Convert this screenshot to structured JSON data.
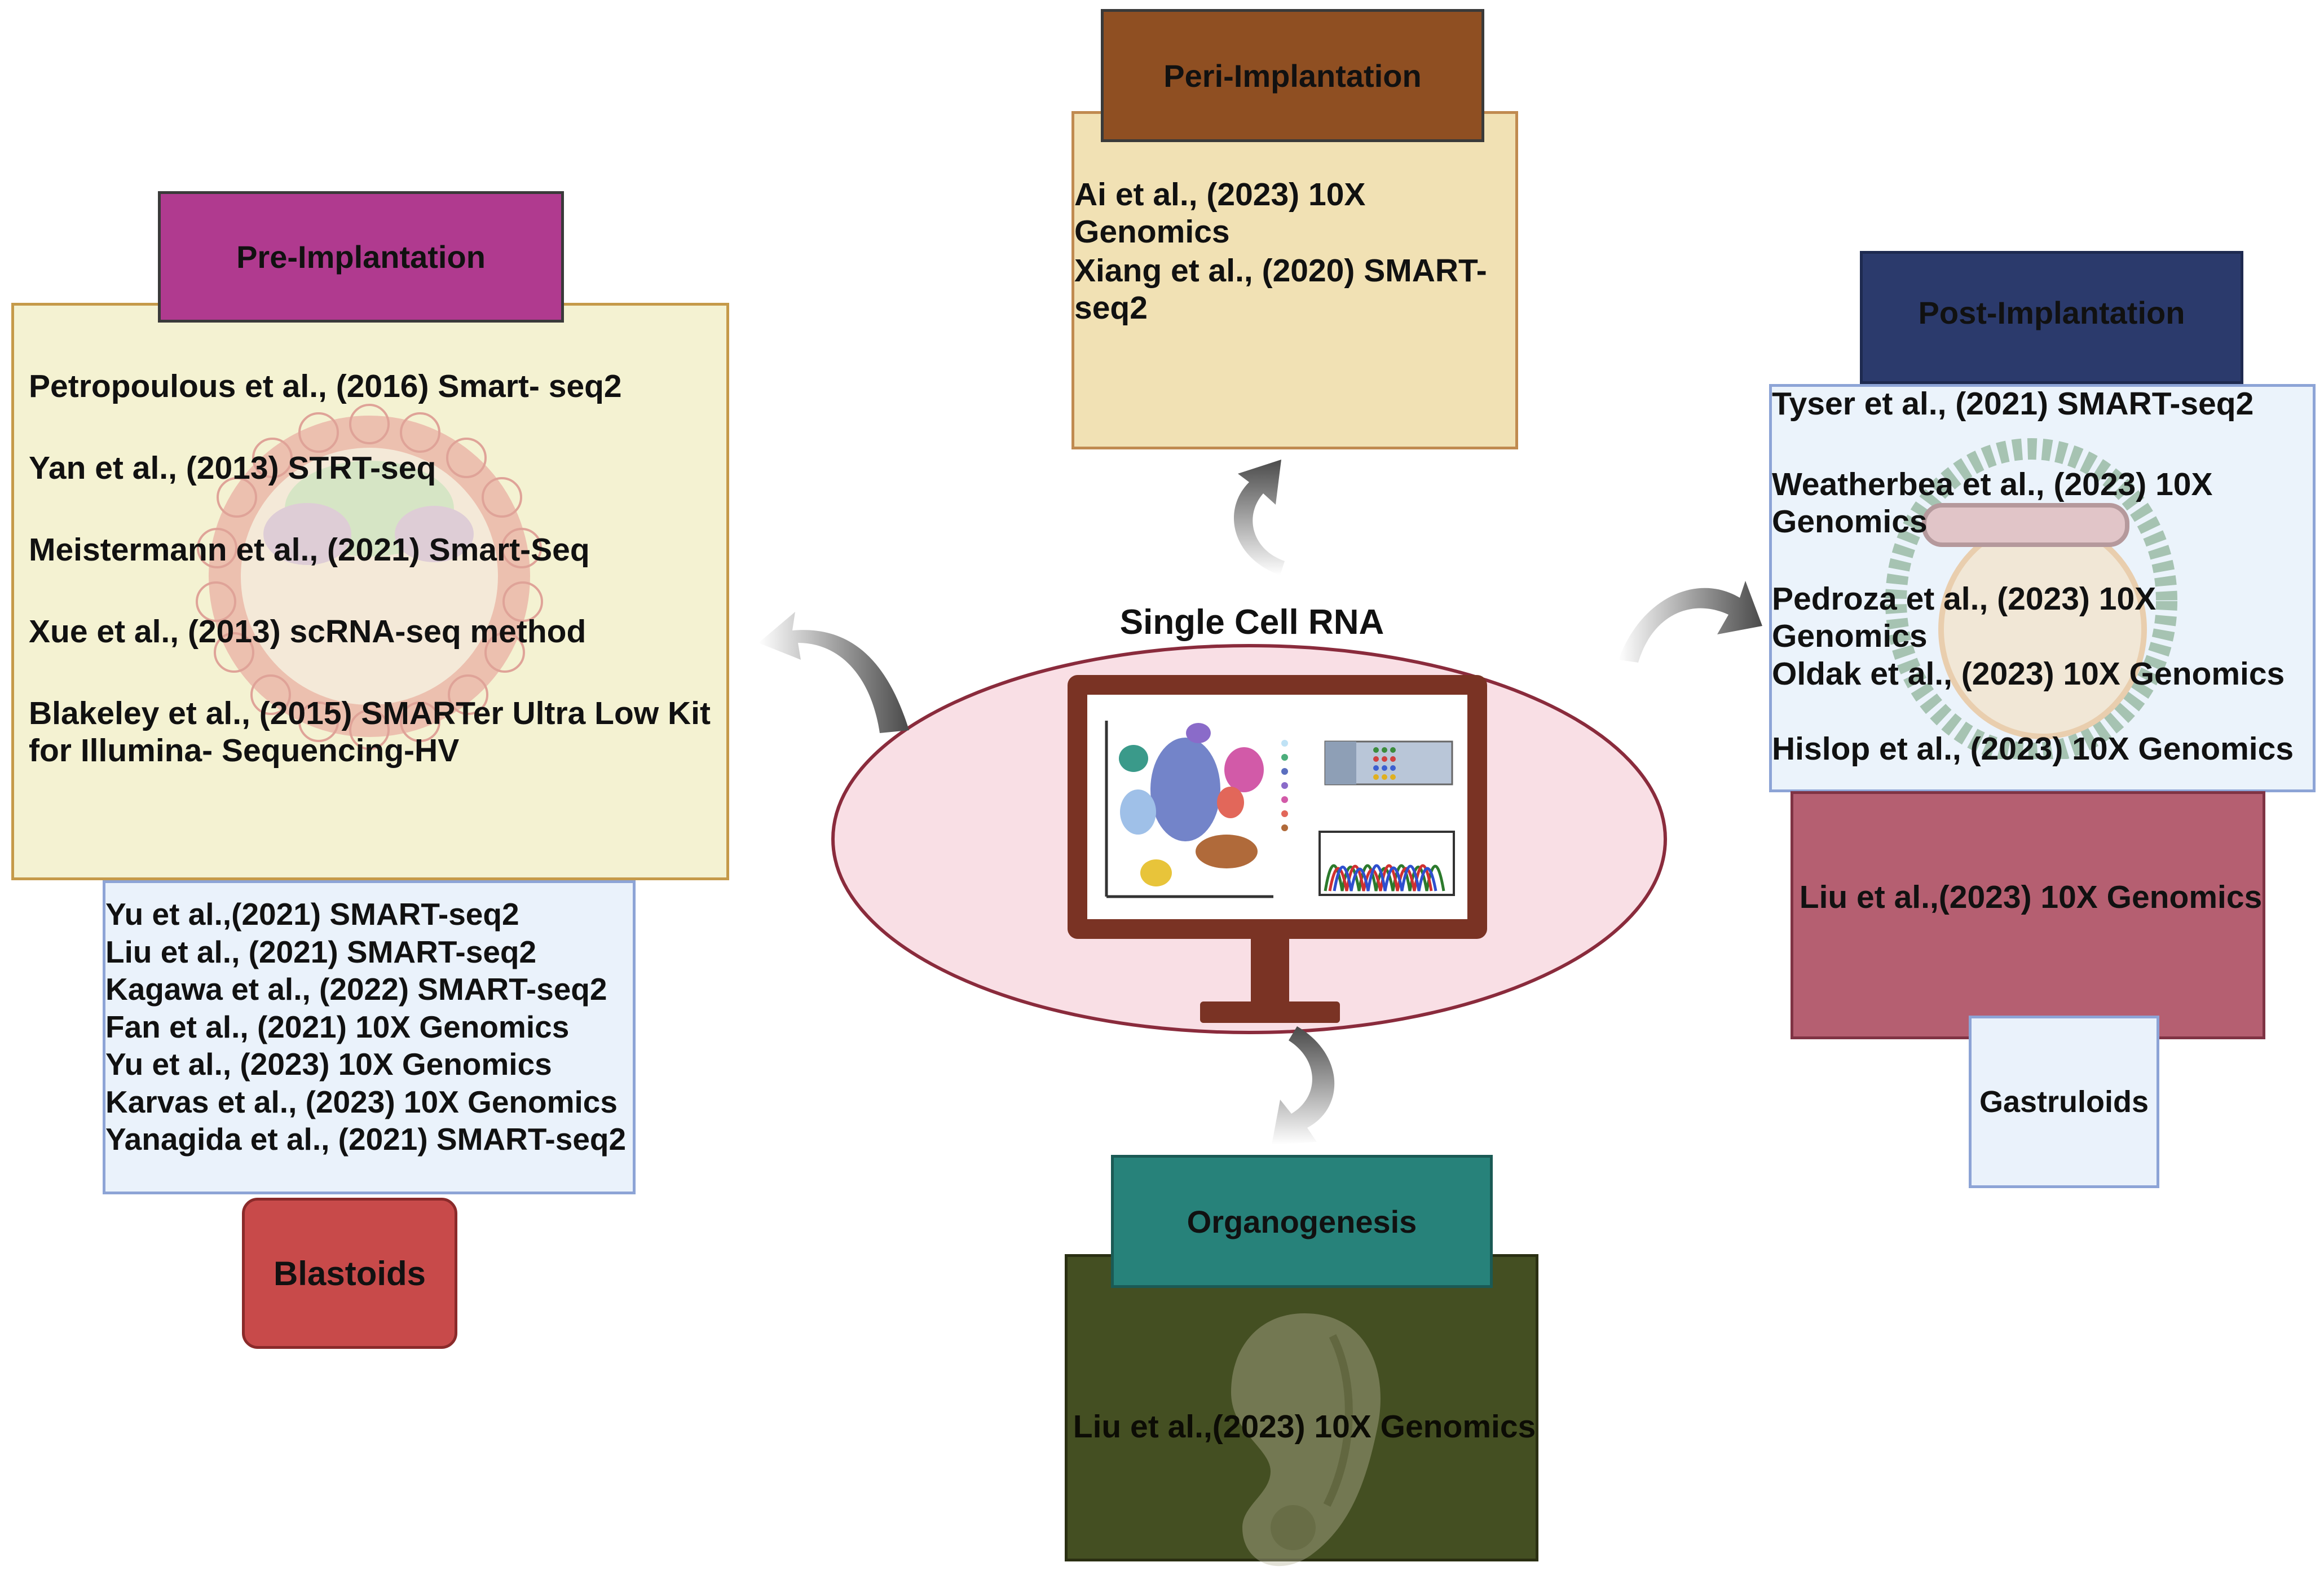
{
  "center": {
    "title": "Single Cell RNA"
  },
  "pre_implantation": {
    "header": "Pre-Implantation",
    "citations": [
      "Petropoulous et al., (2016) Smart- seq2",
      "Yan et al., (2013) STRT-seq",
      "Meistermann et al., (2021) Smart-Seq",
      "Xue et al., (2013) scRNA-seq method",
      "Blakeley et al., (2015) SMARTer Ultra Low Kit\nfor Illumina- Sequencing-HV"
    ]
  },
  "blastoids": {
    "header": "Blastoids",
    "citations": [
      "Yu et al.,(2021) SMART-seq2",
      "Liu et al., (2021) SMART-seq2",
      "Kagawa et al., (2022) SMART-seq2",
      "Fan et al., (2021) 10X Genomics",
      "Yu et al., (2023) 10X Genomics",
      "Karvas et al., (2023) 10X Genomics",
      "Yanagida et al., (2021) SMART-seq2"
    ]
  },
  "peri_implantation": {
    "header": "Peri-Implantation",
    "citations": [
      "Ai et al., (2023) 10X Genomics",
      "Xiang et al., (2020) SMART-\nseq2"
    ]
  },
  "post_implantation": {
    "header": "Post-Implantation",
    "citations": [
      "Tyser et al., (2021) SMART-seq2",
      "Weatherbea et al., (2023) 10X\nGenomics",
      "Pedroza et al., (2023) 10X Genomics",
      "Oldak et al., (2023) 10X Genomics",
      "Hislop et al., (2023) 10X Genomics"
    ]
  },
  "gastruloids": {
    "header": "Gastruloids",
    "citation": "Liu et al.,(2023) 10X Genomics"
  },
  "organogenesis": {
    "header": "Organogenesis",
    "citation": "Liu et al.,(2023) 10X Genomics"
  },
  "colors": {
    "pre_header": "#b03a8f",
    "pre_panel": "#f4f2d2",
    "peri_header": "#8f4f22",
    "peri_panel": "#f1e1b4",
    "post_header": "#2b3a6c",
    "post_panel": "#eaf2fb",
    "gastruloid_panel": "#b55f71",
    "organo_header": "#27827a",
    "organo_panel": "#444f22",
    "blastoid_header": "#c84a4a",
    "ellipse_fill": "#f9dfe5",
    "ellipse_stroke": "#8a2b3c",
    "monitor": "#7a3324"
  }
}
